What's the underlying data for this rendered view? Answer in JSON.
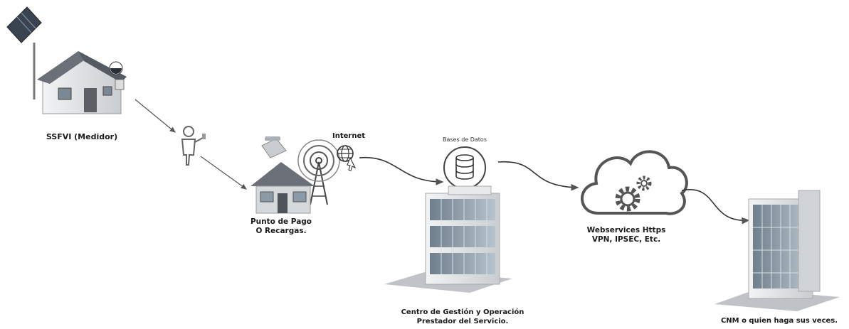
{
  "nodes": {
    "ssfvi": {
      "label": "SSFVI (Medidor)"
    },
    "internet": {
      "label": "Internet"
    },
    "punto_pago": {
      "label_line1": "Punto de Pago",
      "label_line2": "O Recargas."
    },
    "bases_datos": {
      "label": "Bases de Datos"
    },
    "centro": {
      "label_line1": "Centro de Gestión y Operación",
      "label_line2": "Prestador del Servicio."
    },
    "webservices": {
      "label_line1": "Webservices Https",
      "label_line2": "VPN, IPSEC, Etc."
    },
    "cnm": {
      "label": "CNM o quien haga sus veces."
    }
  },
  "colors": {
    "house_roof": "#6b7078",
    "house_wall": "#d8dce0",
    "building_glass": "#8a9aa8",
    "cloud_stroke": "#555555",
    "arrow": "#555555"
  }
}
